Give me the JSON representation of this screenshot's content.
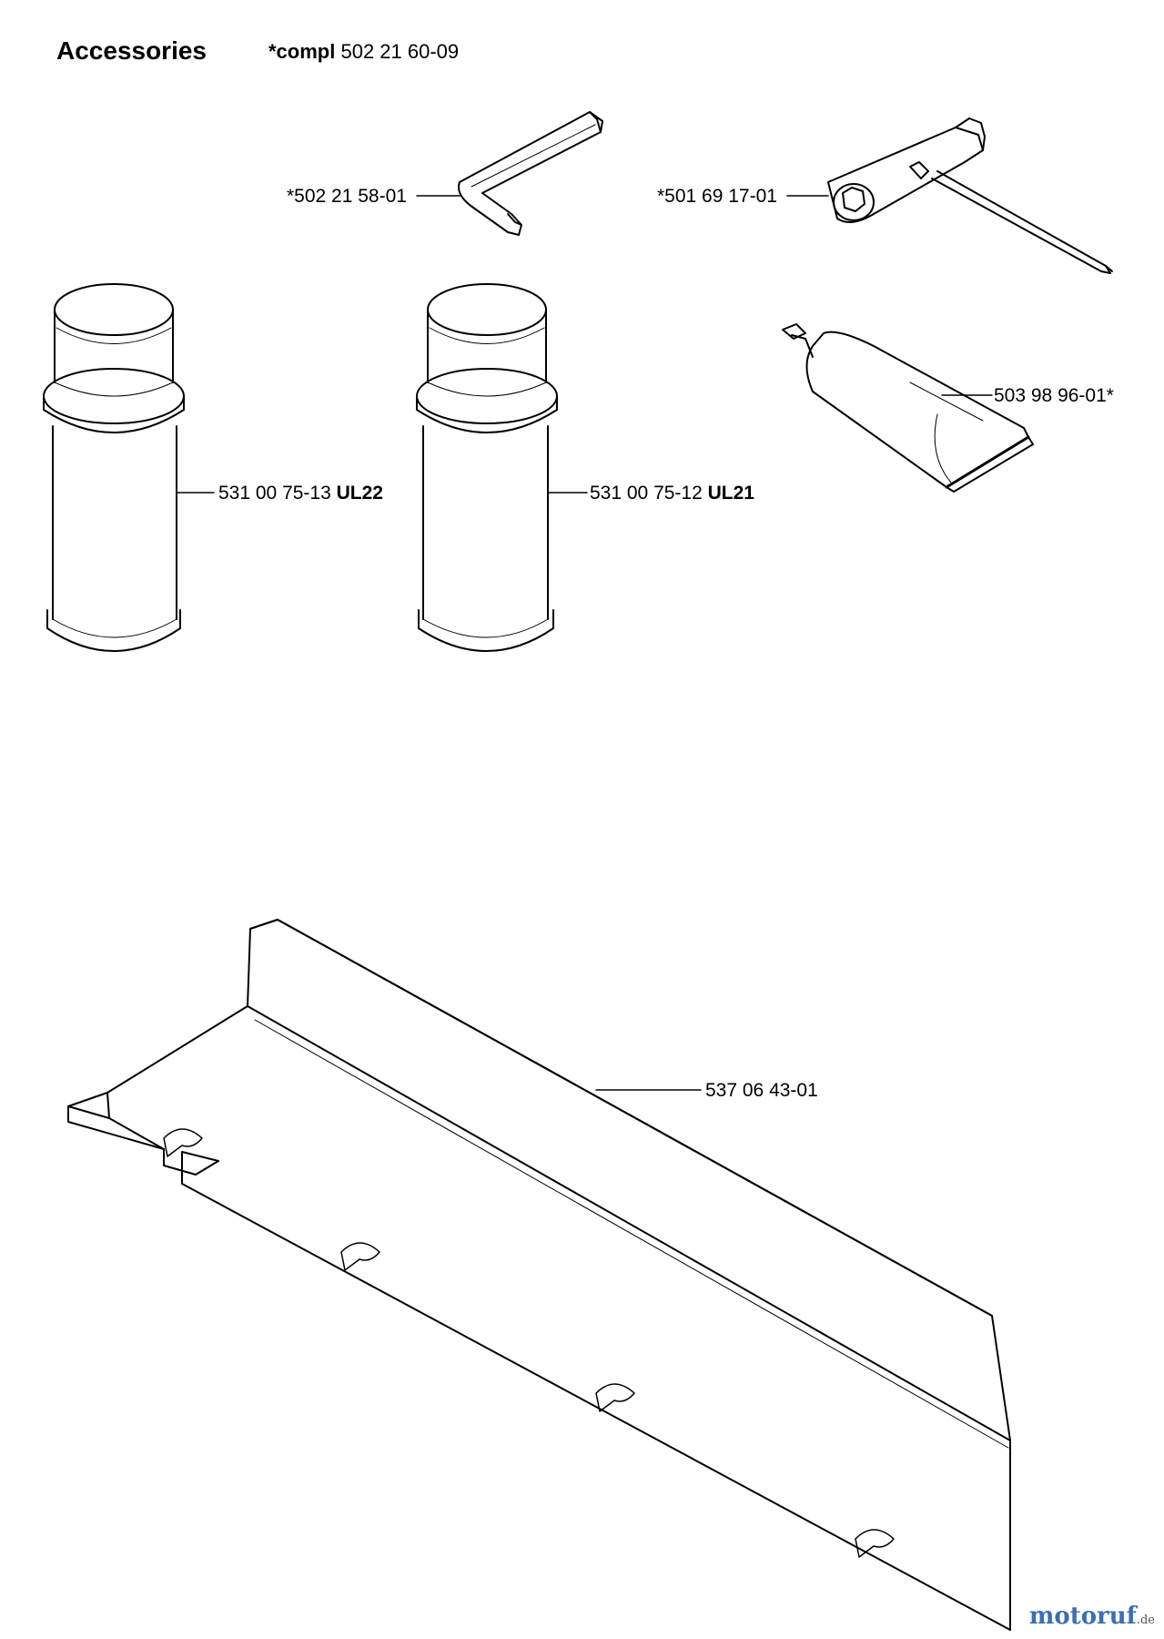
{
  "header": {
    "title": "Accessories",
    "compl_prefix": "*compl",
    "compl_number": "502 21 60-09"
  },
  "parts": {
    "hex_key": "*502 21 58-01",
    "spark_wrench": "*501 69 17-01",
    "grease_tube": "503 98 96-01*",
    "spray_left_number": "531 00 75-13",
    "spray_left_code": "UL22",
    "spray_right_number": "531 00 75-12",
    "spray_right_code": "UL21",
    "guard_plate": "537 06 43-01"
  },
  "watermark": {
    "brand": "motoruf",
    "tld": ".de"
  }
}
